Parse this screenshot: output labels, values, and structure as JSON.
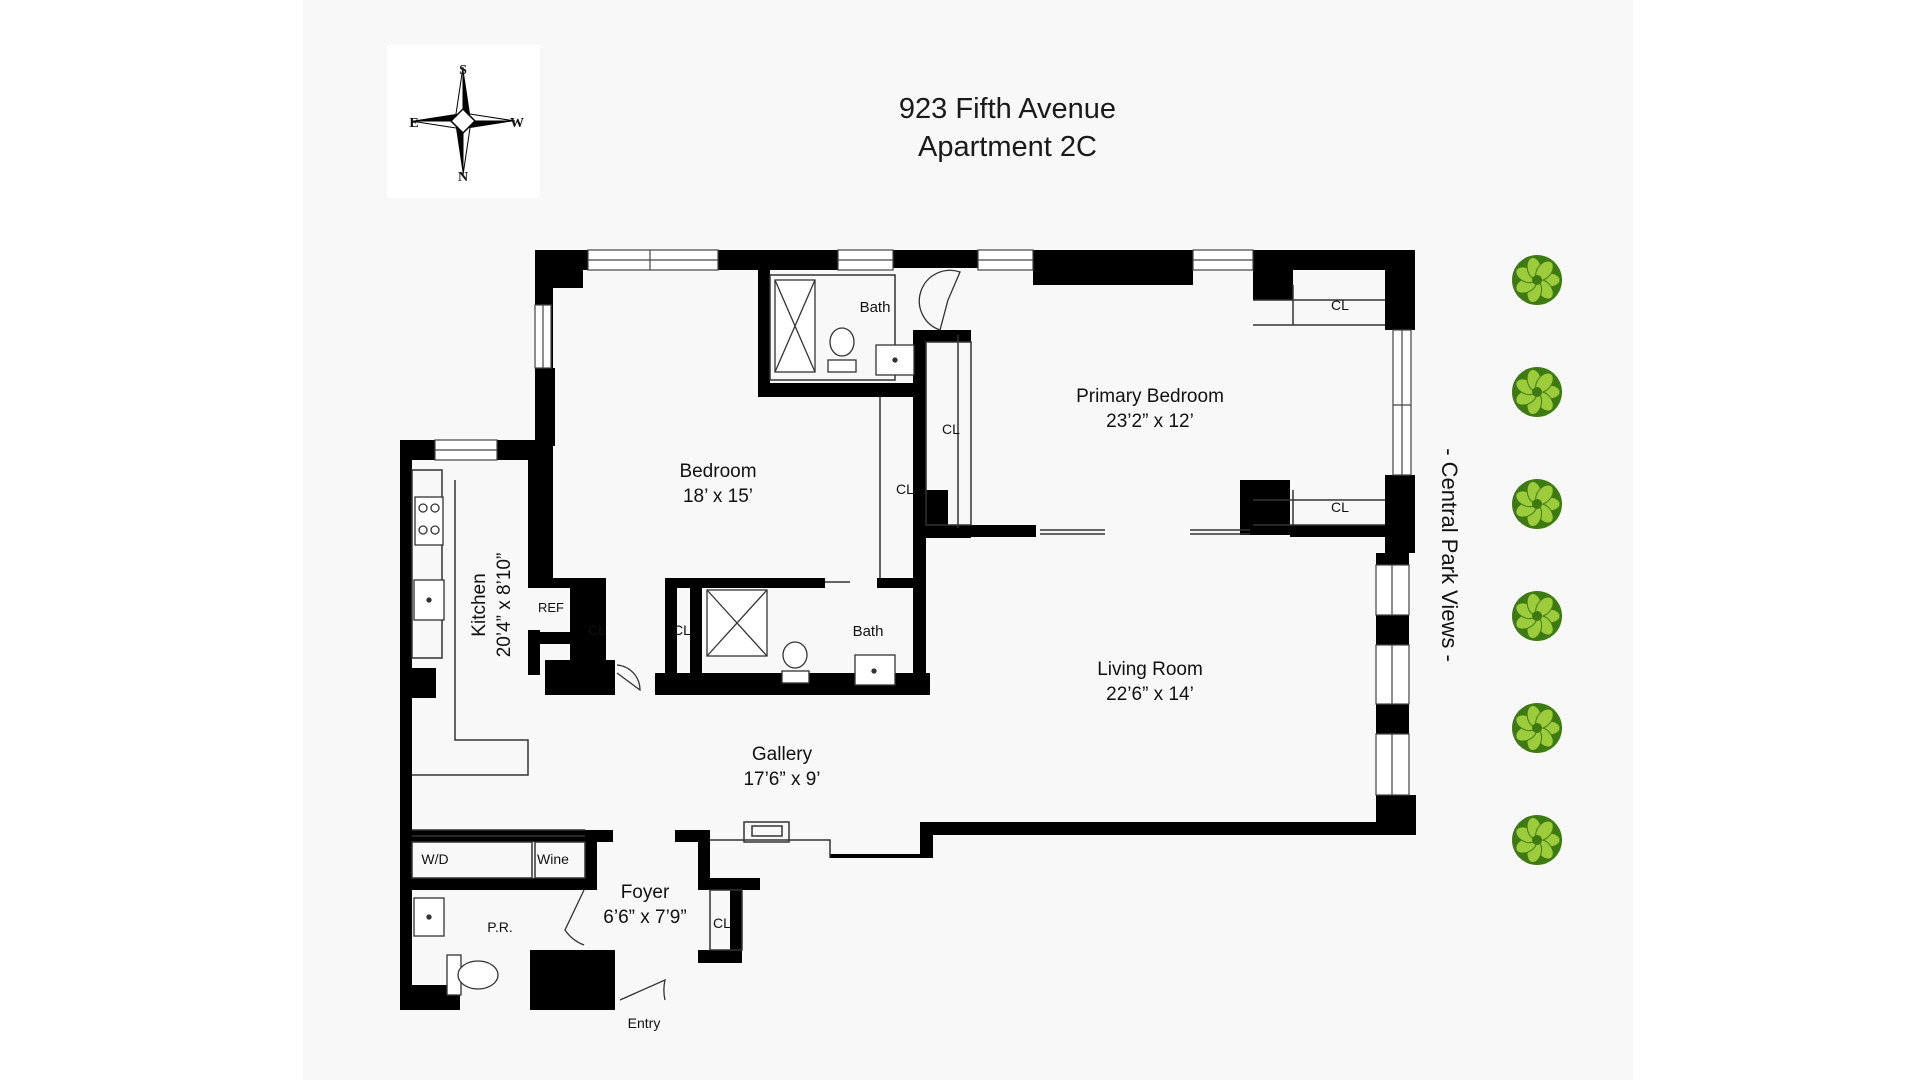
{
  "title": {
    "line1": "923 Fifth Avenue",
    "line2": "Apartment 2C"
  },
  "compass": {
    "top": "S",
    "bottom": "N",
    "left": "E",
    "right": "W",
    "icon": "compass-rose-icon"
  },
  "side_label": "- Central Park Views -",
  "tree_icon": "tree-icon",
  "tree_count": 6,
  "rooms": {
    "primary_bedroom": {
      "name": "Primary Bedroom",
      "size": "23’2” x 12’"
    },
    "bedroom": {
      "name": "Bedroom",
      "size": "18’ x 15’"
    },
    "living_room": {
      "name": "Living Room",
      "size": "22’6” x 14’"
    },
    "gallery": {
      "name": "Gallery",
      "size": "17’6” x 9’"
    },
    "foyer": {
      "name": "Foyer",
      "size": "6’6” x 7’9”"
    },
    "kitchen": {
      "name": "Kitchen",
      "size": "20’4” x 8’10”"
    },
    "bath_top": {
      "name": "Bath"
    },
    "bath_mid": {
      "name": "Bath"
    },
    "powder_room": {
      "name": "P.R."
    }
  },
  "labels": {
    "closet": "CL",
    "refrigerator": "REF",
    "washer_dryer": "W/D",
    "wine": "Wine",
    "entry": "Entry"
  },
  "colors": {
    "wall": "#000000",
    "tree_dark": "#3e7a12",
    "tree_light": "#9ccc3c",
    "background": "#f8f8f8"
  }
}
